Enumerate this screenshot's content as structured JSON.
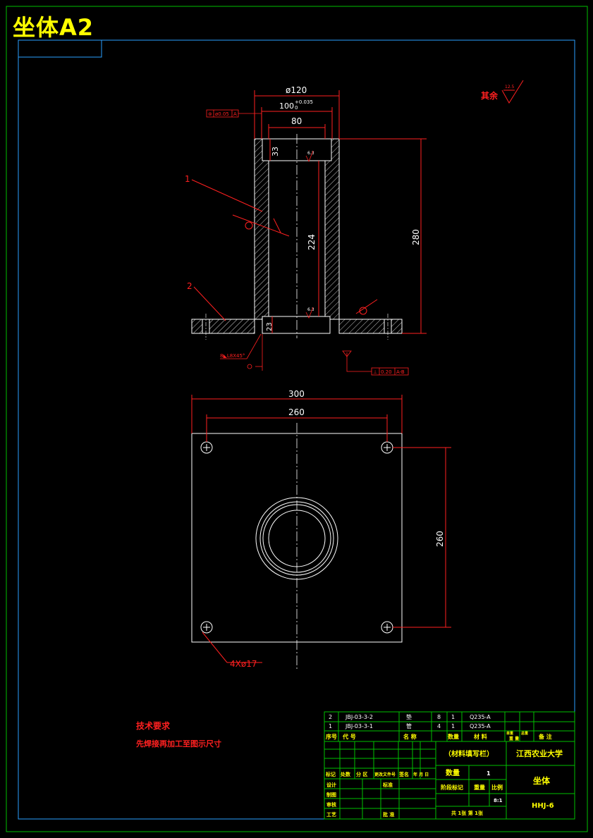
{
  "title": "坐体A2",
  "colors": {
    "frame_outer": "#00c000",
    "frame_inner": "#2aa0ff",
    "part": "#ffffff",
    "dim": "#ff2020",
    "table": "#00c000",
    "text_yellow": "#ffff00"
  },
  "roughness_note": {
    "label": "其余",
    "value": "12.5"
  },
  "front_view": {
    "part_labels": [
      "1",
      "2"
    ],
    "dims": {
      "d120": "ø120",
      "d100": "100",
      "d100_tol": "+0.035",
      "d100_tol2": "0",
      "w80": "80",
      "h33": "33",
      "h224": "224",
      "h280": "280",
      "h23": "23",
      "rough_a": "6.3",
      "rough_b": "6.3"
    },
    "gdt_top": {
      "sym": "⊚",
      "value": "ø0.05",
      "datum": "A"
    },
    "gdt_bottom": {
      "sym": "⊥",
      "value": "0.20",
      "datum": "A-B"
    },
    "weld_note": "8◣L8X45°",
    "datum_a": "A",
    "datum_b": "B"
  },
  "plan_view": {
    "dims": {
      "w300": "300",
      "w260": "260",
      "h260": "260",
      "holes": "4Xø17"
    }
  },
  "tech_requirements": {
    "title": "技术要求",
    "line1": "先焊接再加工至图示尺寸"
  },
  "bom": {
    "rows": [
      {
        "no": "2",
        "code": "JBJ-03-3-2",
        "name": "垫",
        "qty_a": "8",
        "qty": "1",
        "material": "Q235-A"
      },
      {
        "no": "1",
        "code": "JBJ-03-3-1",
        "name": "管",
        "qty_a": "4",
        "qty": "1",
        "material": "Q235-A"
      }
    ],
    "header": {
      "no": "序号",
      "code": "代 号",
      "name": "名 称",
      "qty": "数量",
      "material": "材 料",
      "unit": "单重",
      "total": "总重",
      "weight": "重 量",
      "remark": "备 注"
    }
  },
  "title_block": {
    "material_fill": "（材料填写栏）",
    "school": "江西农业大学",
    "quantity_label": "数量",
    "quantity_value": "1",
    "part_name": "坐体",
    "drawing_no": "HHJ-6",
    "row_labels": [
      "标记",
      "处数",
      "分 区",
      "更改文件号",
      "签名",
      "年 月 日"
    ],
    "design": "设计",
    "standard": "标准",
    "draw": "制图",
    "review": "审核",
    "process": "工艺",
    "approve": "批 准",
    "stage": "阶段标记",
    "weight": "重量",
    "scale": "比例",
    "scale_value": "8:1",
    "sheets": "共 1张 第 1张"
  }
}
